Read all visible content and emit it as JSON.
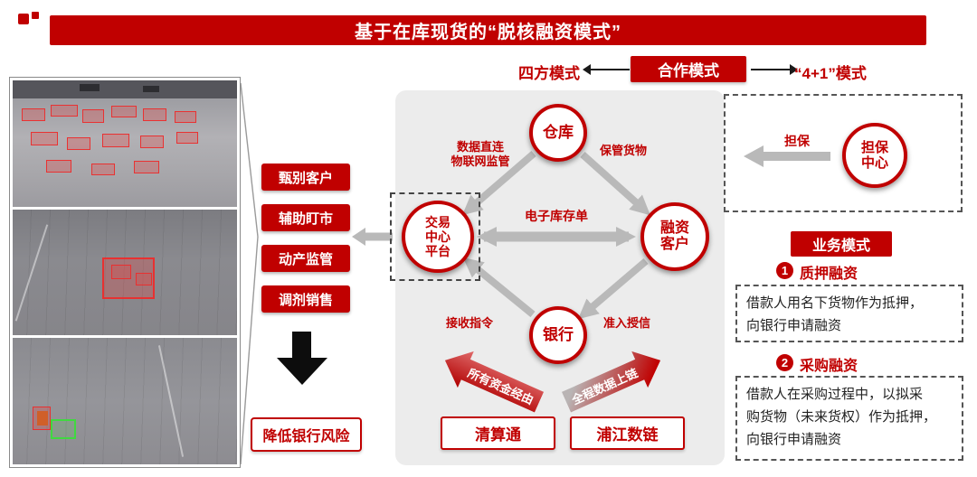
{
  "title": "基于在库现货的“脱核融资模式”",
  "mode_bar": {
    "left": "四方模式",
    "center": "合作模式",
    "right": "“4+1”模式"
  },
  "left_panel": {
    "labels": [
      "甄别客户",
      "辅助盯市",
      "动产监管",
      "调剂销售"
    ],
    "result": "降低银行风险"
  },
  "flow": {
    "nodes": {
      "warehouse": "仓库",
      "platform": "交易\n中心\n平台",
      "client": "融资\n客户",
      "bank": "银行",
      "guarantee": "担保\n中心"
    },
    "edges": {
      "warehouse_platform": "数据直连\n物联网监管",
      "warehouse_client": "保管货物",
      "platform_client": "电子库存单",
      "bank_platform": "接收指令",
      "client_bank": "准入授信",
      "guarantee_arrow": "担保"
    },
    "ribbons": {
      "left": "所有资金经由",
      "right": "全程数据上链"
    },
    "outputs": {
      "left": "清算通",
      "right": "浦江数链"
    }
  },
  "business": {
    "header": "业务模式",
    "items": [
      {
        "num": "1",
        "title": "质押融资",
        "desc": "借款人用名下货物作为抵押，\n向银行申请融资"
      },
      {
        "num": "2",
        "title": "采购融资",
        "desc": "借款人在采购过程中，以拟采\n购货物（未来货权）作为抵押，\n向银行申请融资"
      }
    ]
  },
  "colors": {
    "accent": "#c00000"
  }
}
